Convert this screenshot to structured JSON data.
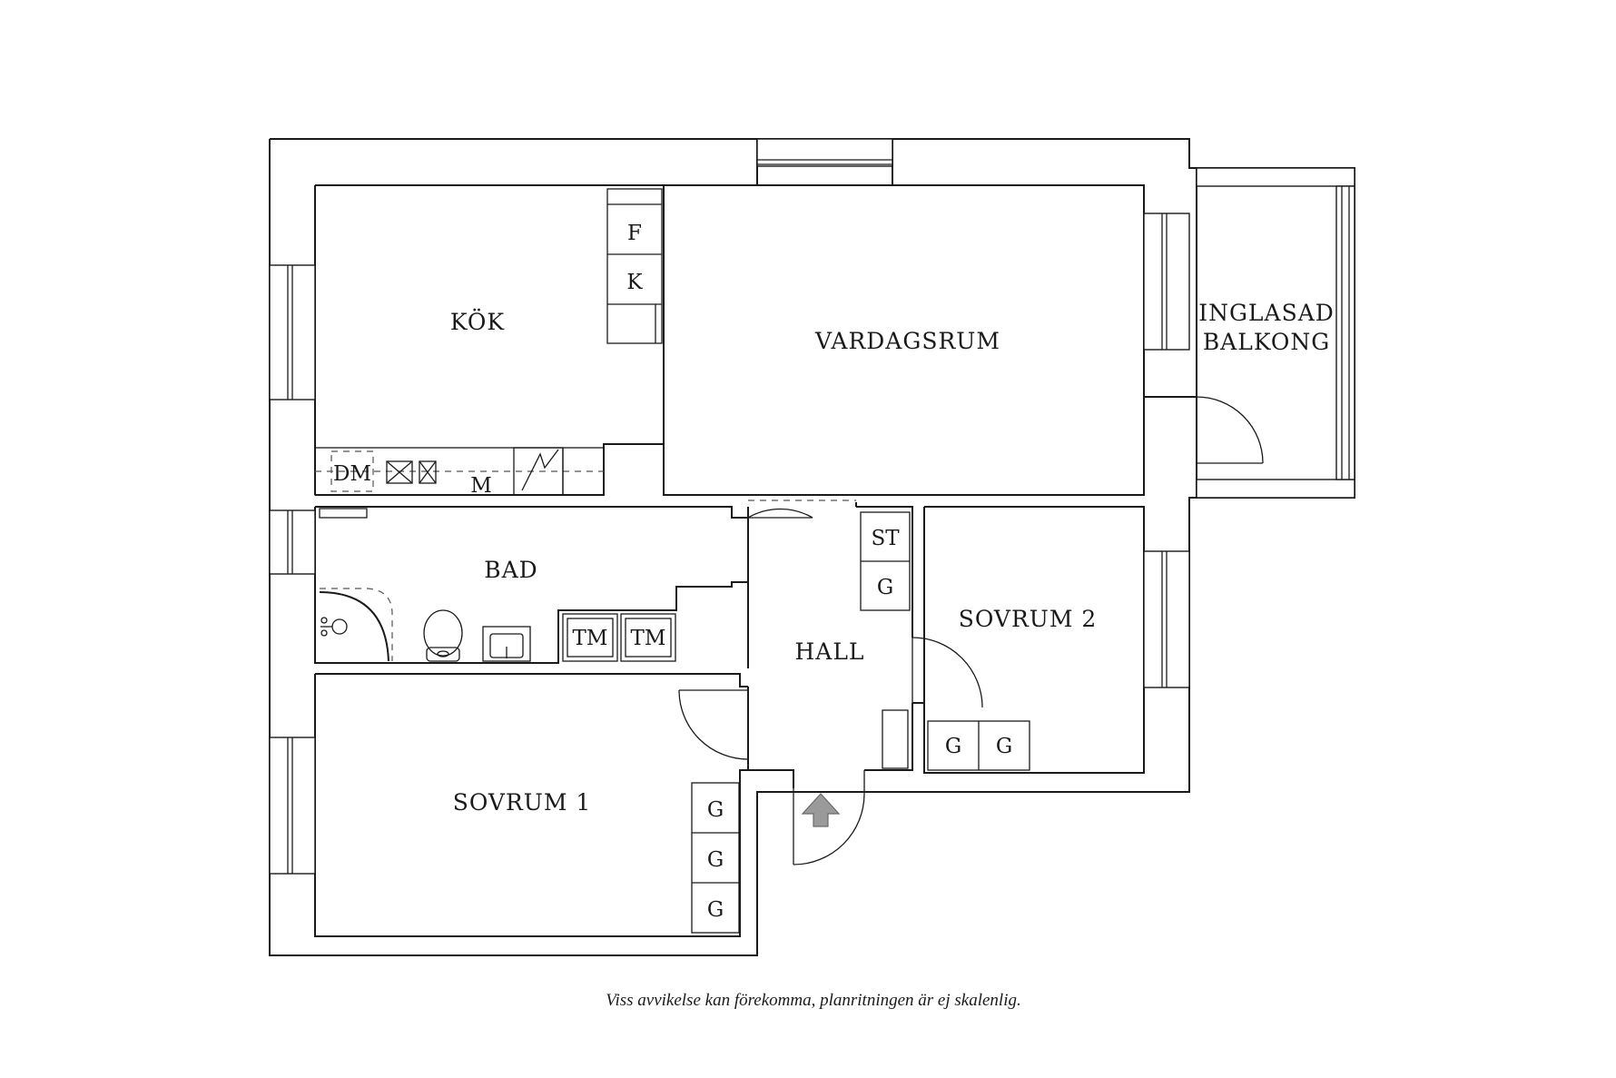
{
  "rooms": {
    "kok": "KÖK",
    "vardagsrum": "VARDAGSRUM",
    "balkong_line1": "INGLASAD",
    "balkong_line2": "BALKONG",
    "bad": "BAD",
    "hall": "HALL",
    "sovrum1": "SOVRUM 1",
    "sovrum2": "SOVRUM 2"
  },
  "fixtures": {
    "fridge": "F",
    "freezer": "K",
    "dishwasher": "DM",
    "microwave": "M",
    "storage": "ST",
    "wardrobe": "G",
    "washer": "TM",
    "dryer": "TM"
  },
  "entrance_icon": "entrance-arrow",
  "disclaimer": "Viss avvikelse kan förekomma, planritningen är ej skalenlig."
}
